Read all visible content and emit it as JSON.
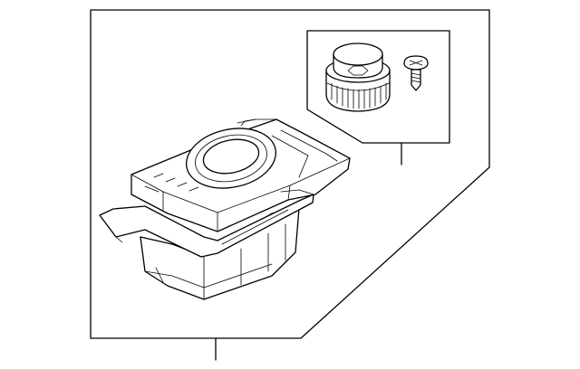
{
  "diagram": {
    "parts": [
      {
        "name": "controller-assembly",
        "callout": ""
      },
      {
        "name": "knob",
        "callout": ""
      },
      {
        "name": "screw",
        "callout": ""
      }
    ]
  }
}
